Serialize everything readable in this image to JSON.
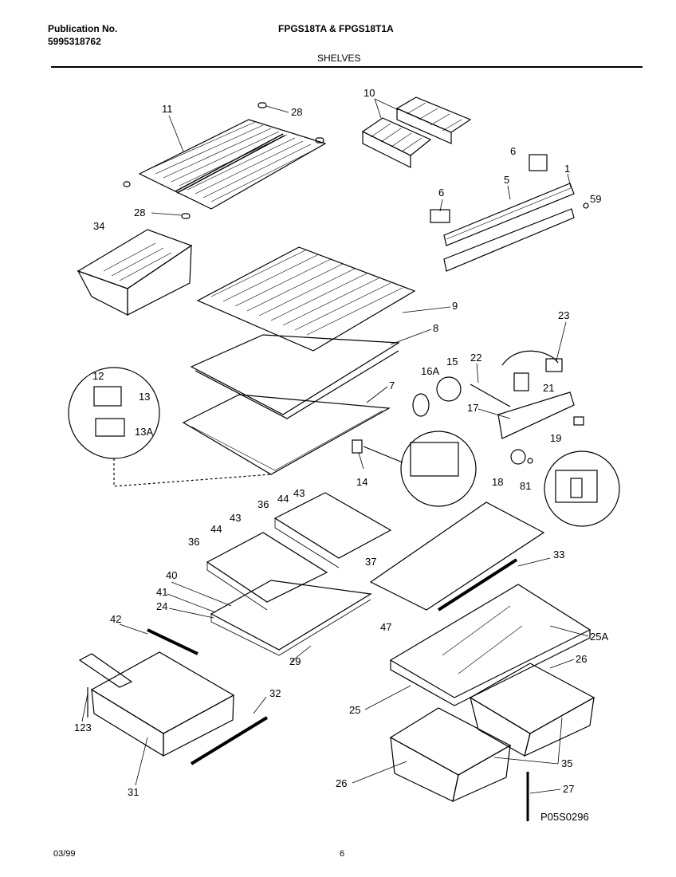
{
  "header": {
    "publication_label": "Publication No.",
    "publication_number": "5995318762",
    "models": "FPGS18TA & FPGS18T1A",
    "section_title": "SHELVES"
  },
  "footer": {
    "date": "03/99",
    "page_number": "6",
    "drawing_code": "P05S0296"
  },
  "callouts": {
    "c11": "11",
    "c28a": "28",
    "c28b": "28",
    "c10": "10",
    "c6a": "6",
    "c6b": "6",
    "c5": "5",
    "c1": "1",
    "c59": "59",
    "c34": "34",
    "c9": "9",
    "c8": "8",
    "c23": "23",
    "c22": "22",
    "c15": "15",
    "c16A": "16A",
    "c21": "21",
    "c7": "7",
    "c12": "12",
    "c13": "13",
    "c13A": "13A",
    "c17": "17",
    "c19": "19",
    "c14": "14",
    "c18": "18",
    "c81": "81",
    "c36a": "36",
    "c44a": "44",
    "c43a": "43",
    "c43b": "43",
    "c44b": "44",
    "c36b": "36",
    "c37": "37",
    "c33": "33",
    "c40": "40",
    "c41": "41",
    "c24": "24",
    "c47": "47",
    "c25A": "25A",
    "c29": "29",
    "c42": "42",
    "c26a": "26",
    "c32": "32",
    "c25": "25",
    "c123": "123",
    "c35": "35",
    "c31": "31",
    "c26b": "26",
    "c27": "27"
  }
}
